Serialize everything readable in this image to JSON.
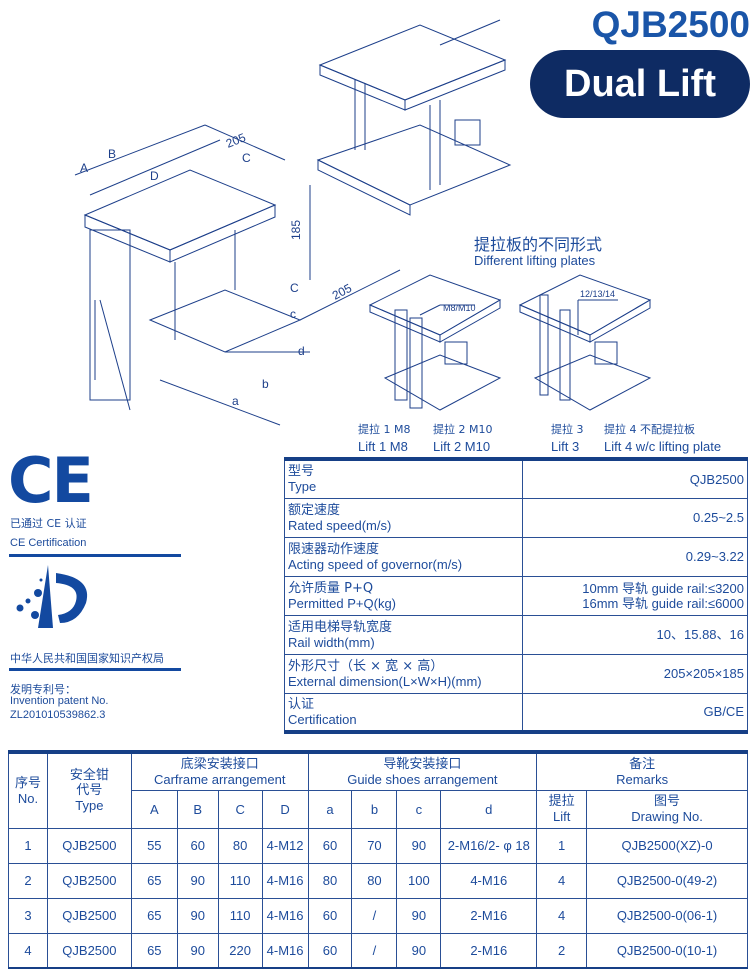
{
  "header": {
    "model": "QJB2500",
    "badge": "Dual Lift"
  },
  "drawing": {
    "dims": {
      "width": "205",
      "height": "185",
      "depth": "205",
      "A": "A",
      "B": "B",
      "C": "C",
      "D": "D",
      "C2": "C",
      "a": "a",
      "b": "b",
      "c": "c",
      "d": "d",
      "bolt": "M8/M10",
      "thick": "12/13/14"
    }
  },
  "plates": {
    "title_cn": "提拉板的不同形式",
    "title_en": "Different lifting plates",
    "lifts": [
      {
        "cn": "提拉 1  M8",
        "en": "Lift 1 M8"
      },
      {
        "cn": "提拉 2  M10",
        "en": "Lift 2 M10"
      },
      {
        "cn": "提拉 3",
        "en": "Lift 3"
      },
      {
        "cn": "提拉 4   不配提拉板",
        "en": "Lift 4 w/c lifting plate"
      }
    ]
  },
  "cert": {
    "ce_logo": "CE",
    "ce_cn": "已通过 CE 认证",
    "ce_en": "CE Certification",
    "office_cn": "中华人民共和国国家知识产权局",
    "patent_cn": "发明专利号：",
    "patent_en": "Invention patent No.",
    "patent_no": "ZL201010539862.3"
  },
  "specs": [
    {
      "cn": "型号",
      "en": "Type",
      "value": [
        "QJB2500"
      ]
    },
    {
      "cn": "额定速度",
      "en": "Rated speed(m/s)",
      "value": [
        "0.25~2.5"
      ]
    },
    {
      "cn": "限速器动作速度",
      "en": "Acting speed of governor(m/s)",
      "value": [
        "0.29~3.22"
      ]
    },
    {
      "cn": "允许质量 P+Q",
      "en": "Permitted P+Q(kg)",
      "value": [
        "10mm  导轨 guide rail:≤3200",
        "16mm  导轨 guide rail:≤6000"
      ]
    },
    {
      "cn": "适用电梯导轨宽度",
      "en": "Rail width(mm)",
      "value": [
        "10、15.88、16"
      ]
    },
    {
      "cn": "外形尺寸（长 × 宽 × 高）",
      "en": "External dimension(L×W×H)(mm)",
      "value": [
        "205×205×185"
      ]
    },
    {
      "cn": "认证",
      "en": "Certification",
      "value": [
        "GB/CE"
      ]
    }
  ],
  "table": {
    "h_no_cn": "序号",
    "h_no_en": "No.",
    "h_type_cn1": "安全钳",
    "h_type_cn2": "代号",
    "h_type_en": "Type",
    "h_car_cn": "底梁安装接口",
    "h_car_en": "Carframe arrangement",
    "h_guide_cn": "导靴安装接口",
    "h_guide_en": "Guide shoes arrangement",
    "h_rem_cn": "备注",
    "h_rem_en": "Remarks",
    "sub": [
      "A",
      "B",
      "C",
      "D",
      "a",
      "b",
      "c",
      "d"
    ],
    "h_lift_cn": "提拉",
    "h_lift_en": "Lift",
    "h_draw_cn": "图号",
    "h_draw_en": "Drawing No.",
    "rows": [
      [
        "1",
        "QJB2500",
        "55",
        "60",
        "80",
        "4-M12",
        "60",
        "70",
        "90",
        "2-M16/2- φ 18",
        "1",
        "QJB2500(XZ)-0"
      ],
      [
        "2",
        "QJB2500",
        "65",
        "90",
        "110",
        "4-M16",
        "80",
        "80",
        "100",
        "4-M16",
        "4",
        "QJB2500-0(49-2)"
      ],
      [
        "3",
        "QJB2500",
        "65",
        "90",
        "110",
        "4-M16",
        "60",
        "/",
        "90",
        "2-M16",
        "4",
        "QJB2500-0(06-1)"
      ],
      [
        "4",
        "QJB2500",
        "65",
        "90",
        "220",
        "4-M16",
        "60",
        "/",
        "90",
        "2-M16",
        "2",
        "QJB2500-0(10-1)"
      ]
    ]
  }
}
